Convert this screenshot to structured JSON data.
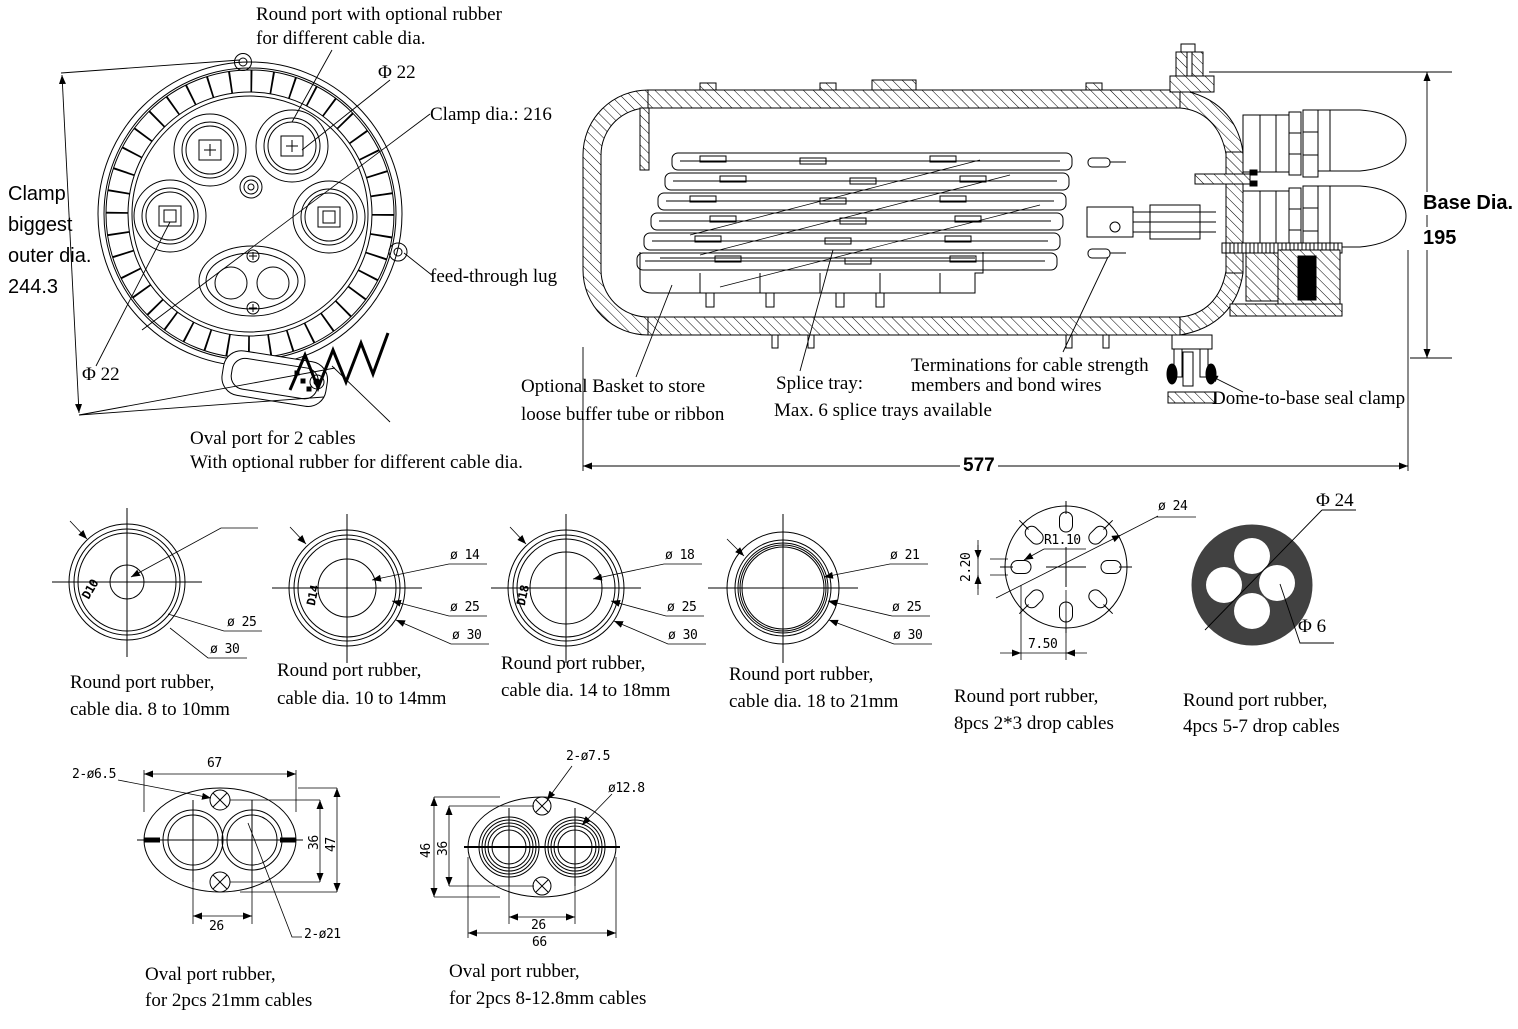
{
  "colors": {
    "line": "#000000",
    "rubber_dark": "#414141",
    "background": "#ffffff"
  },
  "front_view": {
    "port_label_1": "Round port with optional rubber",
    "port_label_2": "for different cable dia.",
    "dia22_top": "Φ 22",
    "clamp_dia": "Clamp dia.: 216",
    "clamp_outer_1": "Clamp",
    "clamp_outer_2": "biggest",
    "clamp_outer_3": "outer dia.",
    "clamp_outer_4": "244.3",
    "feed_through": "feed-through lug",
    "dia22_bottom": "Φ 22",
    "oval_label_1": "Oval port for 2 cables",
    "oval_label_2": "With optional rubber for different cable dia."
  },
  "side_view": {
    "basket_1": "Optional Basket to store",
    "basket_2": "loose buffer tube or ribbon",
    "splice_1": "Splice tray:",
    "splice_2": "Max. 6 splice trays available",
    "terminations_1": "Terminations for cable strength",
    "terminations_2": "members and bond wires",
    "seal_clamp": "Dome-to-base seal clamp",
    "total_length": "577",
    "base_dia_label": "Base Dia.",
    "base_dia_value": "195"
  },
  "rubbers": [
    {
      "bore": "D10",
      "d1": "ø 25",
      "d2": "ø 30",
      "cap1": "Round port rubber,",
      "cap2": "cable dia. 8 to 10mm"
    },
    {
      "bore": "D14",
      "d1": "ø 14",
      "d2": "ø 25",
      "d3": "ø 30",
      "cap1": "Round port rubber,",
      "cap2": "cable dia. 10 to 14mm"
    },
    {
      "bore": "D18",
      "d1": "ø 18",
      "d2": "ø 25",
      "d3": "ø 30",
      "cap1": "Round port rubber,",
      "cap2": "cable dia. 14 to 18mm"
    },
    {
      "d1": "ø 21",
      "d2": "ø 25",
      "d3": "ø 30",
      "cap1": "Round port rubber,",
      "cap2": "cable dia. 18 to 21mm"
    },
    {
      "d1": "ø 24",
      "d2": "R1.10",
      "d3": "2.20",
      "d4": "7.50",
      "cap1": "Round port rubber,",
      "cap2": "8pcs 2*3 drop cables"
    },
    {
      "d1": "Φ 24",
      "d2": "Φ 6",
      "cap1": "Round port rubber,",
      "cap2": "4pcs 5-7 drop cables"
    }
  ],
  "ovals": [
    {
      "holes": "2-ø6.5",
      "w": "67",
      "h_inner": "36",
      "h_outer": "47",
      "spacing": "26",
      "bores": "2-ø21",
      "cap1": "Oval port rubber,",
      "cap2": "for 2pcs 21mm cables"
    },
    {
      "holes": "2-ø7.5",
      "ring": "ø12.8",
      "h_outer": "46",
      "h_inner": "36",
      "spacing": "26",
      "w": "66",
      "cap1": "Oval port rubber,",
      "cap2": "for 2pcs 8-12.8mm cables"
    }
  ]
}
